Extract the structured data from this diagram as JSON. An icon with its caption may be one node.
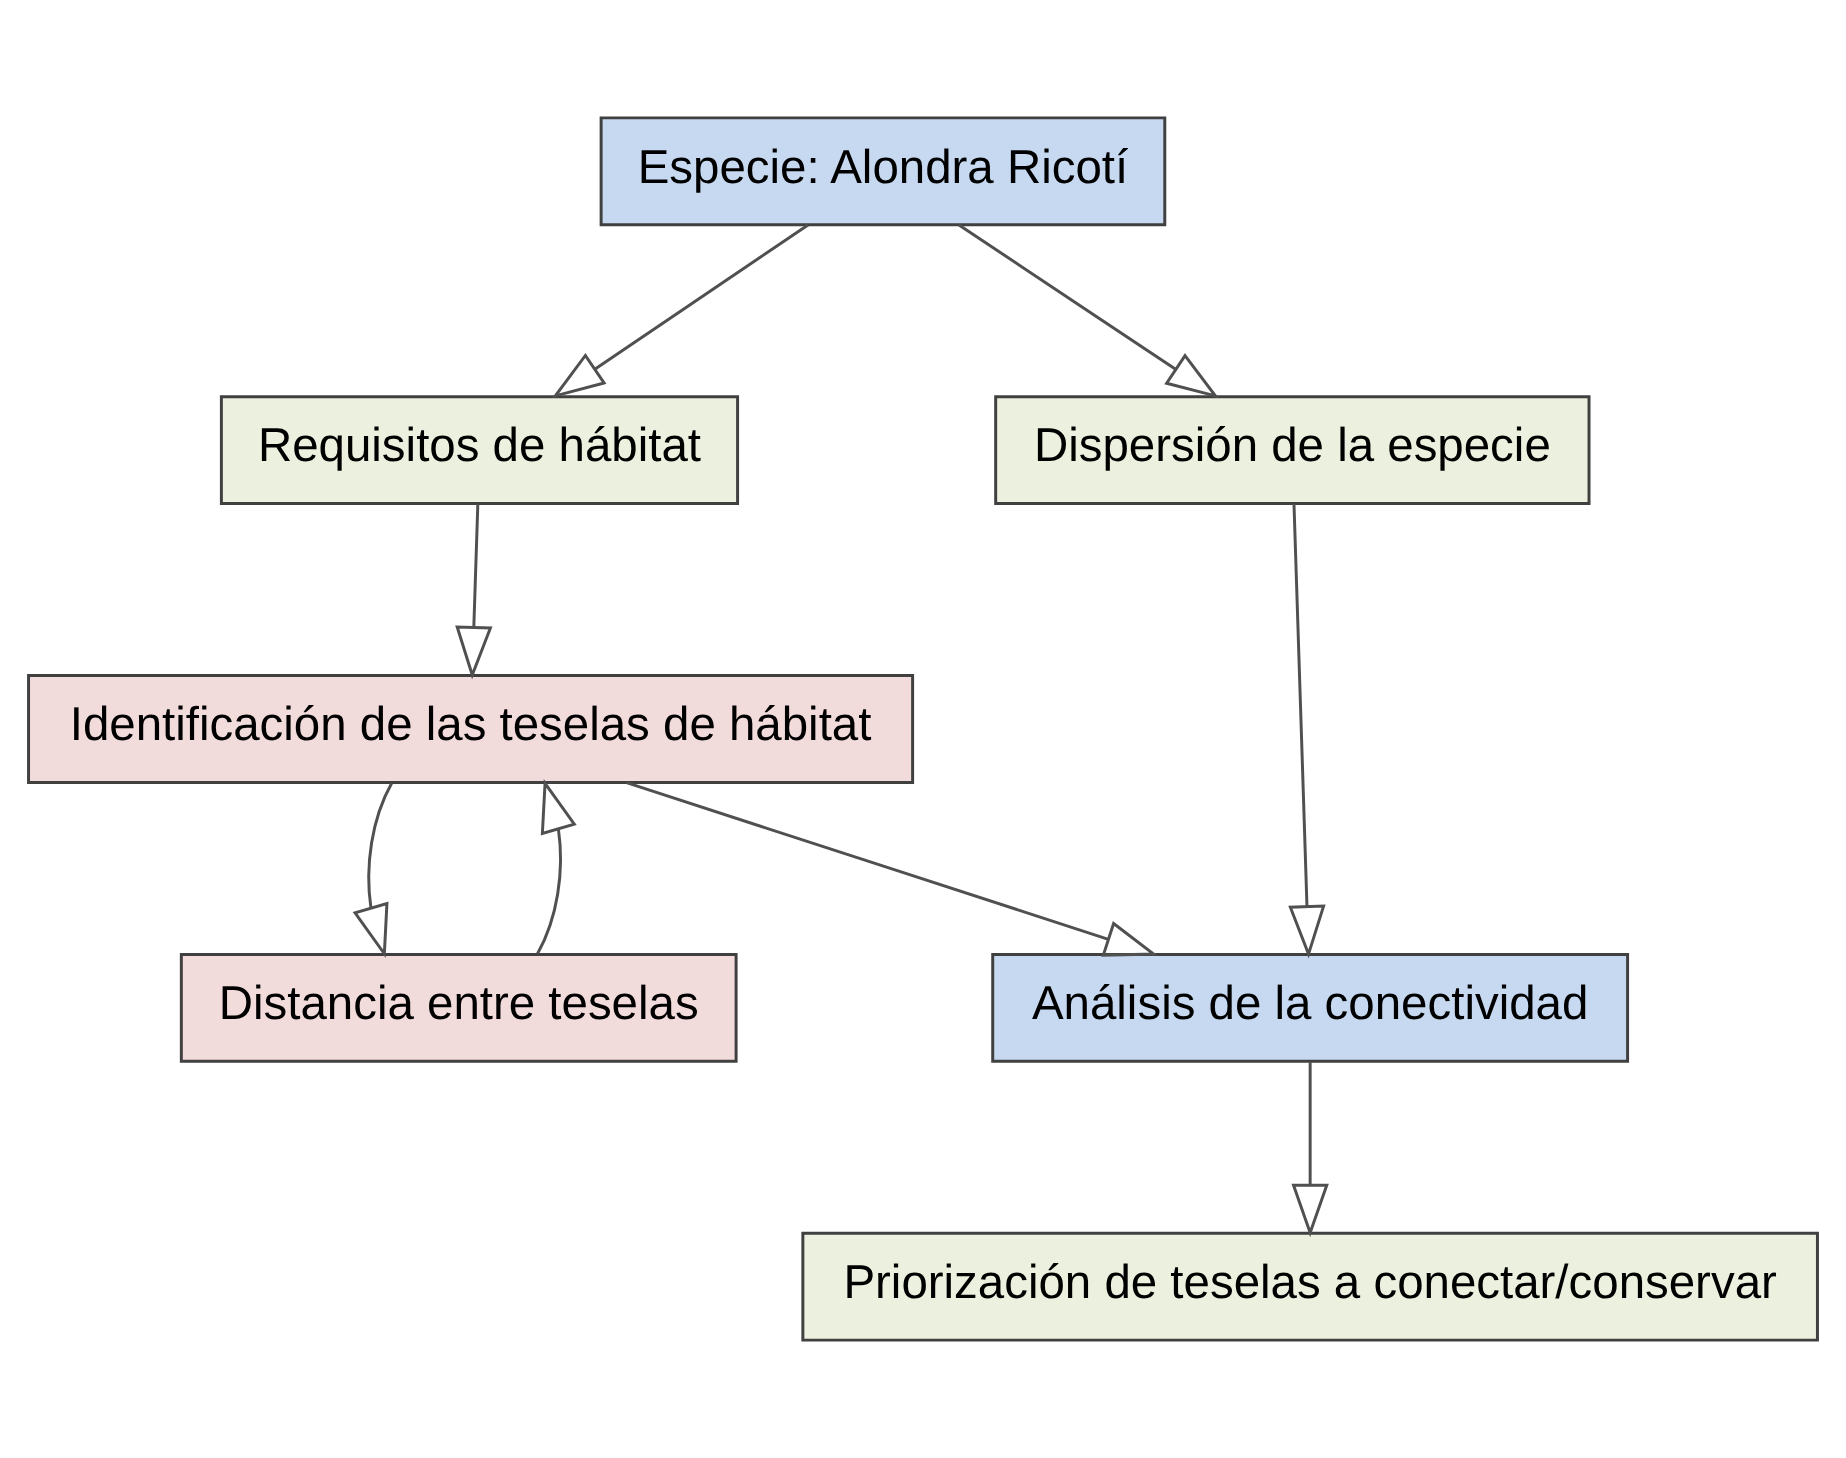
{
  "diagram": {
    "nodes": [
      {
        "text": [
          "Especie: Alondra Ricotí"
        ]
      },
      {
        "text": [
          "Requisitos de hábitat"
        ]
      },
      {
        "text": [
          "Dispersión de la especie"
        ]
      },
      {
        "text": [
          "Identificación de las teselas de hábitat"
        ]
      },
      {
        "text": [
          "Distancia entre teselas"
        ]
      },
      {
        "text": [
          "Análisis de la conectividad"
        ]
      },
      {
        "text": [
          "Priorización de teselas a conectar/conservar"
        ]
      }
    ],
    "edges": [
      {
        "from": 0,
        "to": 1,
        "arrow": "to"
      },
      {
        "from": 0,
        "to": 2,
        "arrow": "to"
      },
      {
        "from": 1,
        "to": 3,
        "arrow": "to"
      },
      {
        "from": 3,
        "to": 4,
        "arrow": "to"
      },
      {
        "from": 4,
        "to": 3,
        "arrow": "to"
      },
      {
        "from": 3,
        "to": 5,
        "arrow": "to"
      },
      {
        "from": 2,
        "to": 5,
        "arrow": "to"
      },
      {
        "from": 5,
        "to": 6,
        "arrow": "to"
      }
    ]
  }
}
